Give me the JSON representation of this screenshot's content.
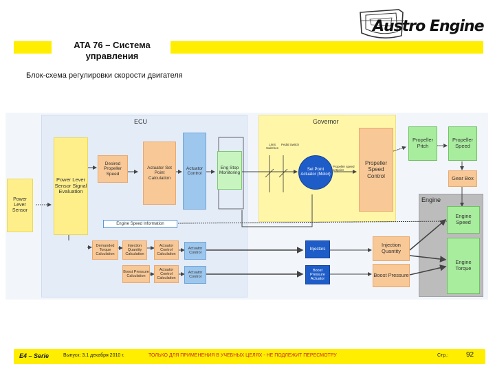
{
  "header": {
    "title_line1": "ATA 76 – Система",
    "title_line2": "управления",
    "subtitle": "Блок-схема регулировки скорости двигателя",
    "logo_text": "Austro Engine"
  },
  "diagram": {
    "ecu_label": "ECU",
    "governor_label": "Governor",
    "engine_label": "Engine",
    "power_lever_sensor": "Power Lever Sensor",
    "power_lever_eval": "Power Lever Sensor Signal Evaluation",
    "desired_propeller_speed": "Desired Propeller Speed",
    "actuator_set_point_calc": "Actuator Set Point Calculation",
    "actuator_control_1": "Actuator Control",
    "eng_stop_monitoring": "Eng Stop Monitoring",
    "set_point_actuator": "Set Point Actuator (Motor)",
    "set_point_actuator_small": "Propeller speed setpoint",
    "propeller_speed_control": "Propeller Speed Control",
    "propeller_pitch": "Propeller Pitch",
    "propeller_speed": "Propeller Speed",
    "gear_box": "Gear Box",
    "engine_speed": "Engine Speed",
    "engine_torque": "Engine Torque",
    "engine_speed_information": "Engine Speed Information",
    "demanded_torque_calc": "Demanded Torque Calculation",
    "injection_quantity_calc": "Injection Quantity Calculation",
    "actuator_control_calc_1": "Actuator Control Calculation",
    "actuator_control_2": "Actuator Control",
    "rail_pressure_calc": "Boost Pressure Calculation",
    "actuator_control_calc_2": "Actuator Control Calculation",
    "actuator_control_3": "Actuator Control",
    "injectors": "Injectors",
    "boost_pressure_actuator": "Boost Pressure Actuator",
    "injection_quantity": "Injection Quantity",
    "boost_pressure": "Boost Pressure",
    "limit_switches": "Limit Switches",
    "pedal_switch": "Pedal Switch"
  },
  "footer": {
    "series": "E4 – Serie",
    "issue": "Выпуск: 3.1 декабря 2010 г.",
    "notice": "ТОЛЬКО ДЛЯ ПРИМЕНЕНИЯ В УЧЕБНЫХ ЦЕЛЯХ - НЕ ПОДЛЕЖИТ ПЕРЕСМОТРУ",
    "page_label": "Стр.:",
    "page_number": "92"
  },
  "colors": {
    "accent_yellow": "#ffee00",
    "notice_red": "#cc2222",
    "ecu_bg": "#e6eef8",
    "governor_bg": "#fff7b0",
    "engine_bg": "#bdbdbd"
  }
}
